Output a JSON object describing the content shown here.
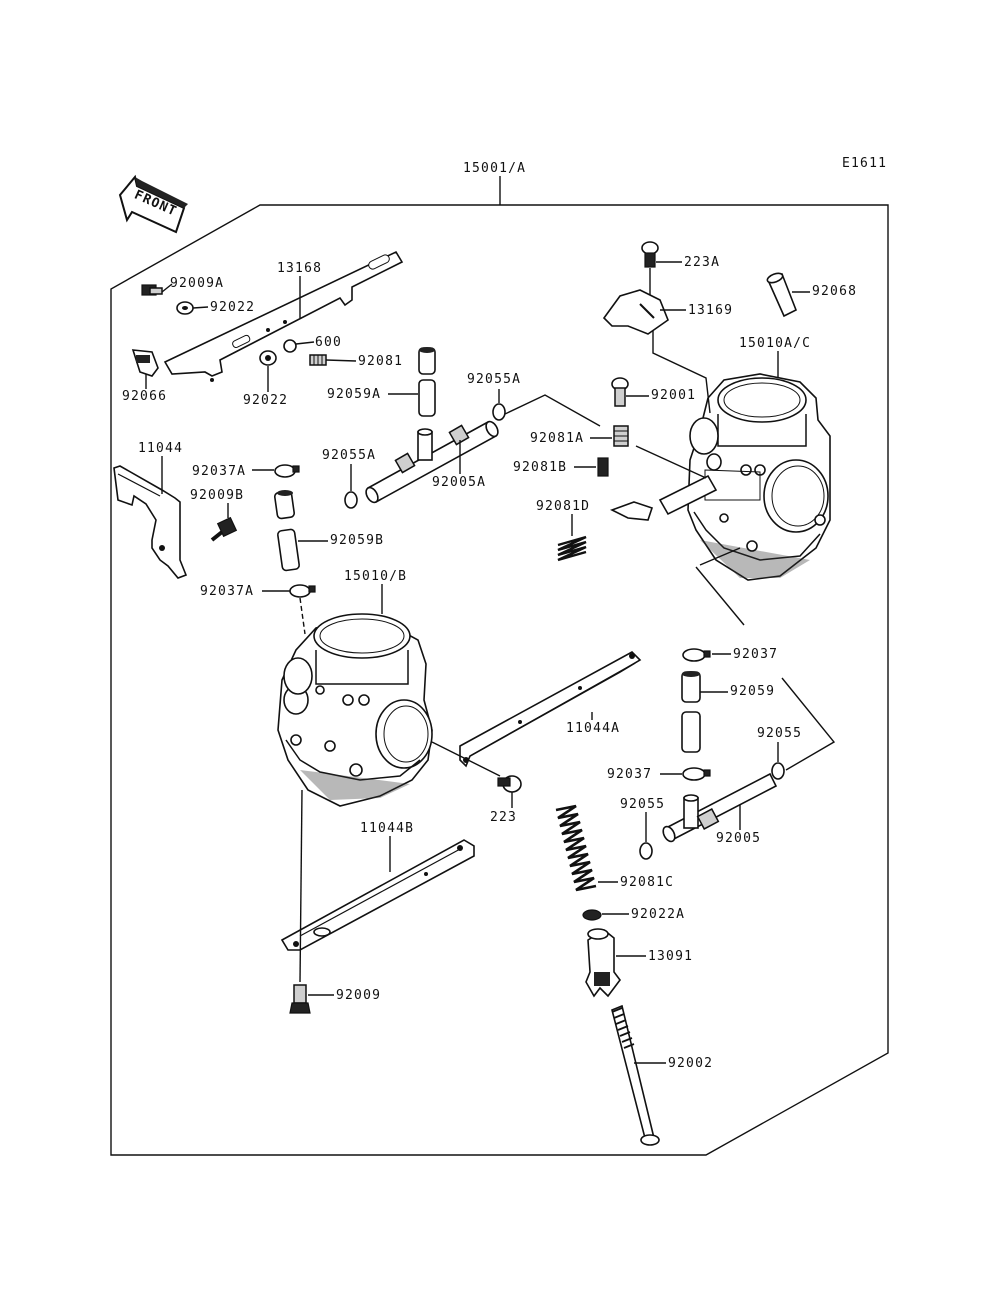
{
  "diagram_code": "E1611",
  "assembly_label": "15001/A",
  "front_label": "FRONT",
  "parts": {
    "p223A": "223A",
    "p13169": "13169",
    "p92068": "92068",
    "p15010AC": "15010A/C",
    "p92001": "92001",
    "p92081A": "92081A",
    "p92081B": "92081B",
    "p92081D": "92081D",
    "p13168": "13168",
    "p92009A": "92009A",
    "p92022_top": "92022",
    "p600": "600",
    "p92081": "92081",
    "p92066": "92066",
    "p92022_bot": "92022",
    "p92059A": "92059A",
    "p92055A_top": "92055A",
    "p92055A_left": "92055A",
    "p92005A": "92005A",
    "p11044": "11044",
    "p92037A_top": "92037A",
    "p92009B": "92009B",
    "p92059B": "92059B",
    "p92037A_bot": "92037A",
    "p15010B": "15010/B",
    "p92037_right": "92037",
    "p92059_right": "92059",
    "p11044A": "11044A",
    "p92055_right": "92055",
    "p92037_mid": "92037",
    "p223": "223",
    "p92055_mid": "92055",
    "p92005": "92005",
    "p11044B": "11044B",
    "p92081C": "92081C",
    "p92022A": "92022A",
    "p13091": "13091",
    "p92009": "92009",
    "p92002": "92002"
  }
}
